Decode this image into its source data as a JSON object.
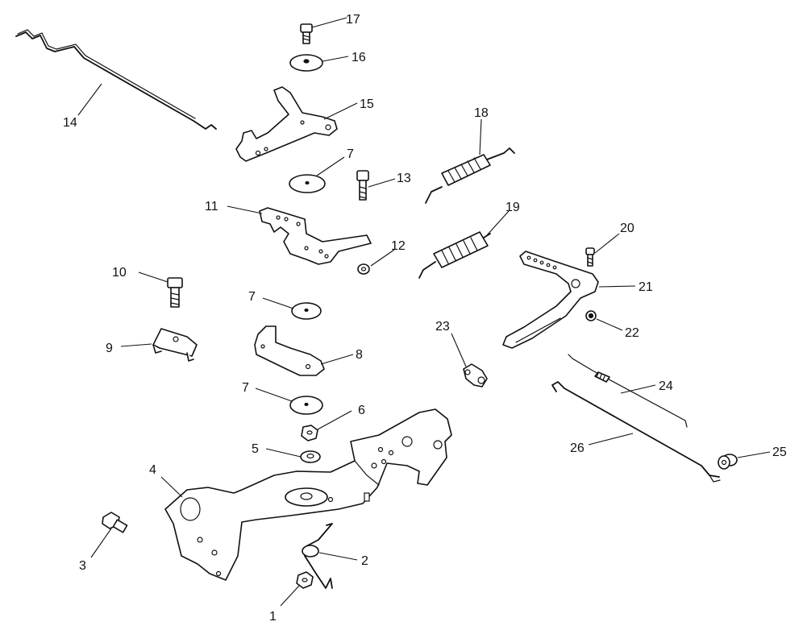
{
  "diagram": {
    "callouts": {
      "c1": "1",
      "c2": "2",
      "c3": "3",
      "c4": "4",
      "c5": "5",
      "c6": "6",
      "c7a": "7",
      "c7b": "7",
      "c7c": "7",
      "c8": "8",
      "c9": "9",
      "c10": "10",
      "c11": "11",
      "c12": "12",
      "c13": "13",
      "c14": "14",
      "c15": "15",
      "c16": "16",
      "c17": "17",
      "c18": "18",
      "c19": "19",
      "c20": "20",
      "c21": "21",
      "c22": "22",
      "c23": "23",
      "c24": "24",
      "c25": "25",
      "c26": "26"
    }
  }
}
